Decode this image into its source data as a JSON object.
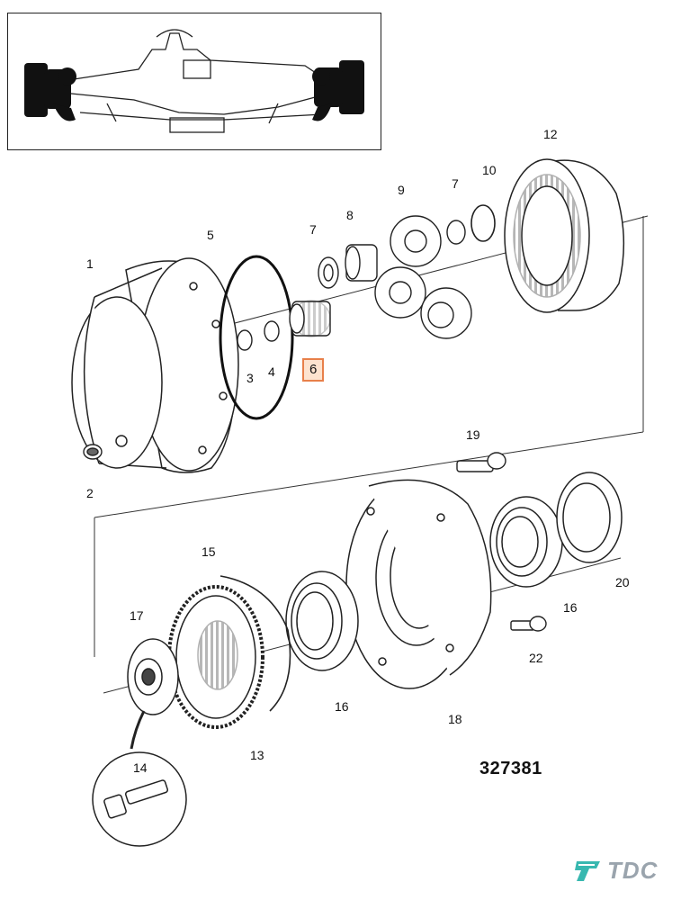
{
  "parts": [
    {
      "id": "p1",
      "label": "1"
    },
    {
      "id": "p2",
      "label": "2"
    },
    {
      "id": "p3",
      "label": "3"
    },
    {
      "id": "p4",
      "label": "4"
    },
    {
      "id": "p5",
      "label": "5"
    },
    {
      "id": "p6",
      "label": "6",
      "highlighted": true
    },
    {
      "id": "p7a",
      "label": "7"
    },
    {
      "id": "p7b",
      "label": "7"
    },
    {
      "id": "p8",
      "label": "8"
    },
    {
      "id": "p9",
      "label": "9"
    },
    {
      "id": "p10",
      "label": "10"
    },
    {
      "id": "p12",
      "label": "12"
    },
    {
      "id": "p13",
      "label": "13"
    },
    {
      "id": "p14",
      "label": "14"
    },
    {
      "id": "p15",
      "label": "15"
    },
    {
      "id": "p16a",
      "label": "16"
    },
    {
      "id": "p16b",
      "label": "16"
    },
    {
      "id": "p17",
      "label": "17"
    },
    {
      "id": "p18",
      "label": "18"
    },
    {
      "id": "p19",
      "label": "19"
    },
    {
      "id": "p20",
      "label": "20"
    },
    {
      "id": "p22",
      "label": "22"
    }
  ],
  "drawing_number": "327381",
  "brand": {
    "name": "TDC",
    "icon": "tdc-logo-icon",
    "color": "#9aa4ad"
  },
  "highlight_color": "#e8804a"
}
